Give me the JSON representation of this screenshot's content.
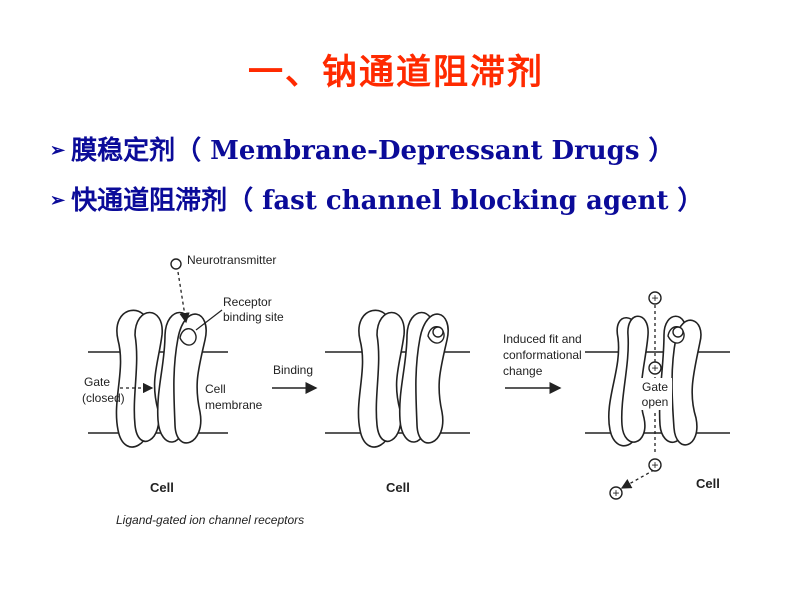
{
  "slide": {
    "title": "一、钠通道阻滞剂",
    "bullet_marker": "➢",
    "bullets": [
      "膜稳定剂（ Membrane-Depressant Drugs ）",
      "快通道阻滞剂（ fast channel blocking agent ）"
    ]
  },
  "figure": {
    "labels": {
      "neurotransmitter": "Neurotransmitter",
      "receptor_line1": "Receptor",
      "receptor_line2": "binding site",
      "gate_line1": "Gate",
      "gate_line2": "(closed)",
      "membrane_line1": "Cell",
      "membrane_line2": "membrane",
      "binding": "Binding",
      "induced_line1": "Induced fit and",
      "induced_line2": "conformational",
      "induced_line3": "change",
      "gate_open_line1": "Gate",
      "gate_open_line2": "open",
      "cell1": "Cell",
      "cell2": "Cell",
      "cell3": "Cell",
      "caption": "Ligand-gated ion channel receptors"
    },
    "ion_symbol": "+"
  }
}
